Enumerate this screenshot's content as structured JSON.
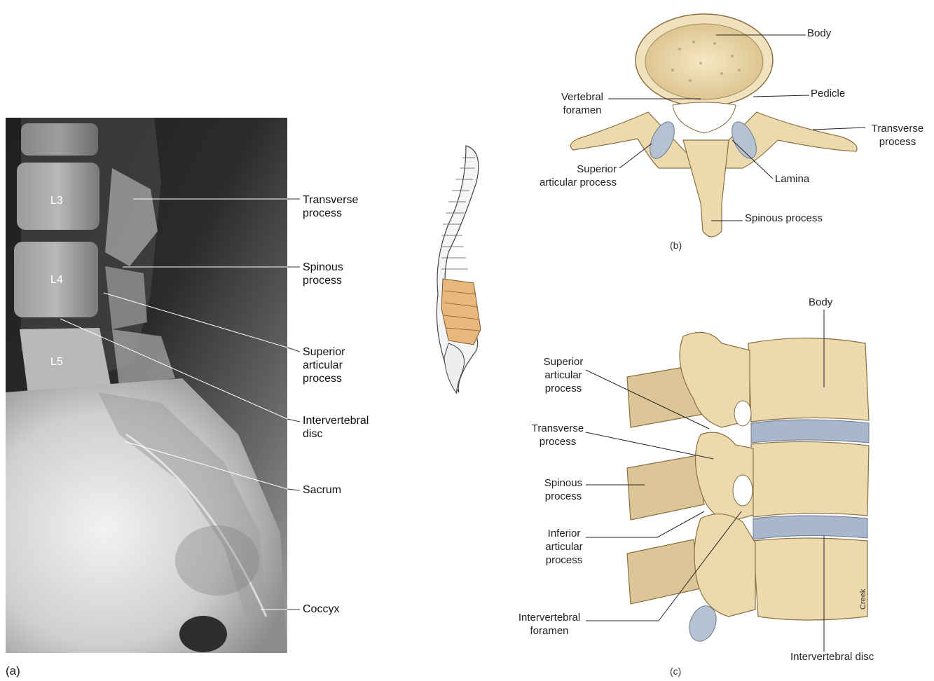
{
  "panel_a": {
    "tag": "(a)",
    "vertebrae": [
      "L3",
      "L4",
      "L5"
    ],
    "labels": {
      "transverse": [
        "Transverse",
        "process"
      ],
      "spinous": [
        "Spinous",
        "process"
      ],
      "superior": [
        "Superior",
        "articular",
        "process"
      ],
      "disc": [
        "Intervertebral",
        "disc"
      ],
      "sacrum": [
        "Sacrum"
      ],
      "coccyx": [
        "Coccyx"
      ]
    }
  },
  "panel_b": {
    "tag": "(b)",
    "labels": {
      "body": "Body",
      "pedicle": "Pedicle",
      "vertebral_foramen": [
        "Vertebral",
        "foramen"
      ],
      "transverse": [
        "Transverse",
        "process"
      ],
      "superior": [
        "Superior",
        "articular process"
      ],
      "lamina": "Lamina",
      "spinous": "Spinous process"
    }
  },
  "panel_c": {
    "tag": "(c)",
    "signature": "Creek",
    "labels": {
      "body": "Body",
      "superior": [
        "Superior",
        "articular",
        "process"
      ],
      "transverse": [
        "Transverse",
        "process"
      ],
      "spinous": [
        "Spinous",
        "process"
      ],
      "inferior": [
        "Inferior",
        "articular",
        "process"
      ],
      "foramen": [
        "Intervertebral",
        "foramen"
      ],
      "disc": "Intervertebral disc"
    }
  },
  "colors": {
    "bone": "#ecd9ae",
    "bone_shade": "#c9ad78",
    "disc": "#a9b7cc",
    "lumbar_highlight": "#e8b77c",
    "xray_dark": "#1c1c1c"
  }
}
